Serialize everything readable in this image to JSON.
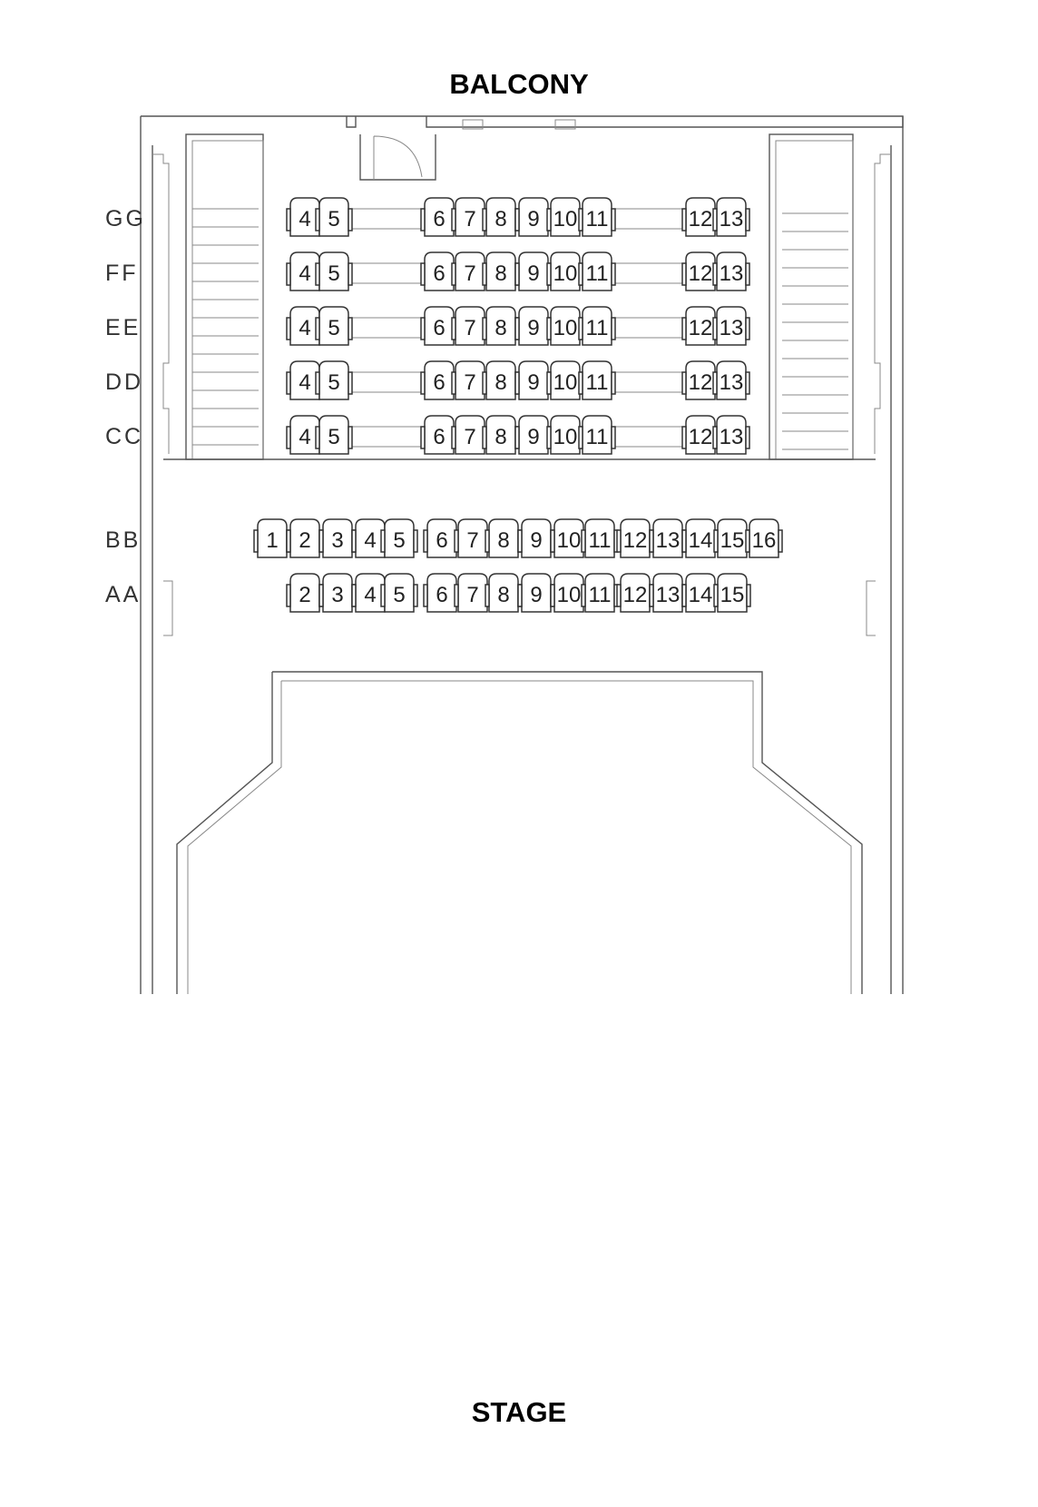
{
  "header": {
    "title": "BALCONY"
  },
  "footer": {
    "title": "STAGE"
  },
  "rows": [
    {
      "label": "GG",
      "seats": [
        "4",
        "5",
        "6",
        "7",
        "8",
        "9",
        "10",
        "11",
        "12",
        "13"
      ]
    },
    {
      "label": "FF",
      "seats": [
        "4",
        "5",
        "6",
        "7",
        "8",
        "9",
        "10",
        "11",
        "12",
        "13"
      ]
    },
    {
      "label": "EE",
      "seats": [
        "4",
        "5",
        "6",
        "7",
        "8",
        "9",
        "10",
        "11",
        "12",
        "13"
      ]
    },
    {
      "label": "DD",
      "seats": [
        "4",
        "5",
        "6",
        "7",
        "8",
        "9",
        "10",
        "11",
        "12",
        "13"
      ]
    },
    {
      "label": "CC",
      "seats": [
        "4",
        "5",
        "6",
        "7",
        "8",
        "9",
        "10",
        "11",
        "12",
        "13"
      ]
    },
    {
      "label": "BB",
      "seats": [
        "1",
        "2",
        "3",
        "4",
        "5",
        "6",
        "7",
        "8",
        "9",
        "10",
        "11",
        "12",
        "13",
        "14",
        "15",
        "16"
      ]
    },
    {
      "label": "AA",
      "seats": [
        "2",
        "3",
        "4",
        "5",
        "6",
        "7",
        "8",
        "9",
        "10",
        "11",
        "12",
        "13",
        "14",
        "15"
      ]
    }
  ]
}
